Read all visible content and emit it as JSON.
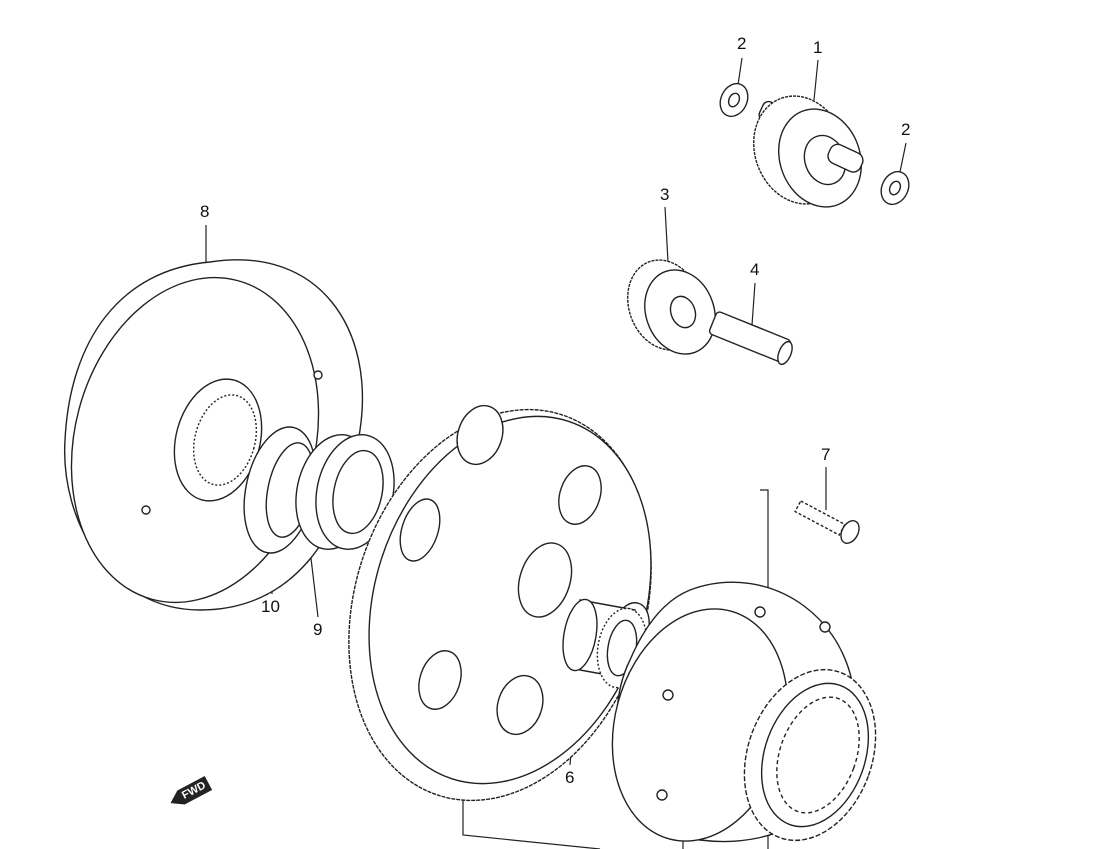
{
  "labels": {
    "p1": "1",
    "p2a": "2",
    "p2b": "2",
    "p3": "3",
    "p4": "4",
    "p6": "6",
    "p7": "7",
    "p8": "8",
    "p9": "9",
    "p10": "10"
  },
  "fwd_label": "FWD"
}
